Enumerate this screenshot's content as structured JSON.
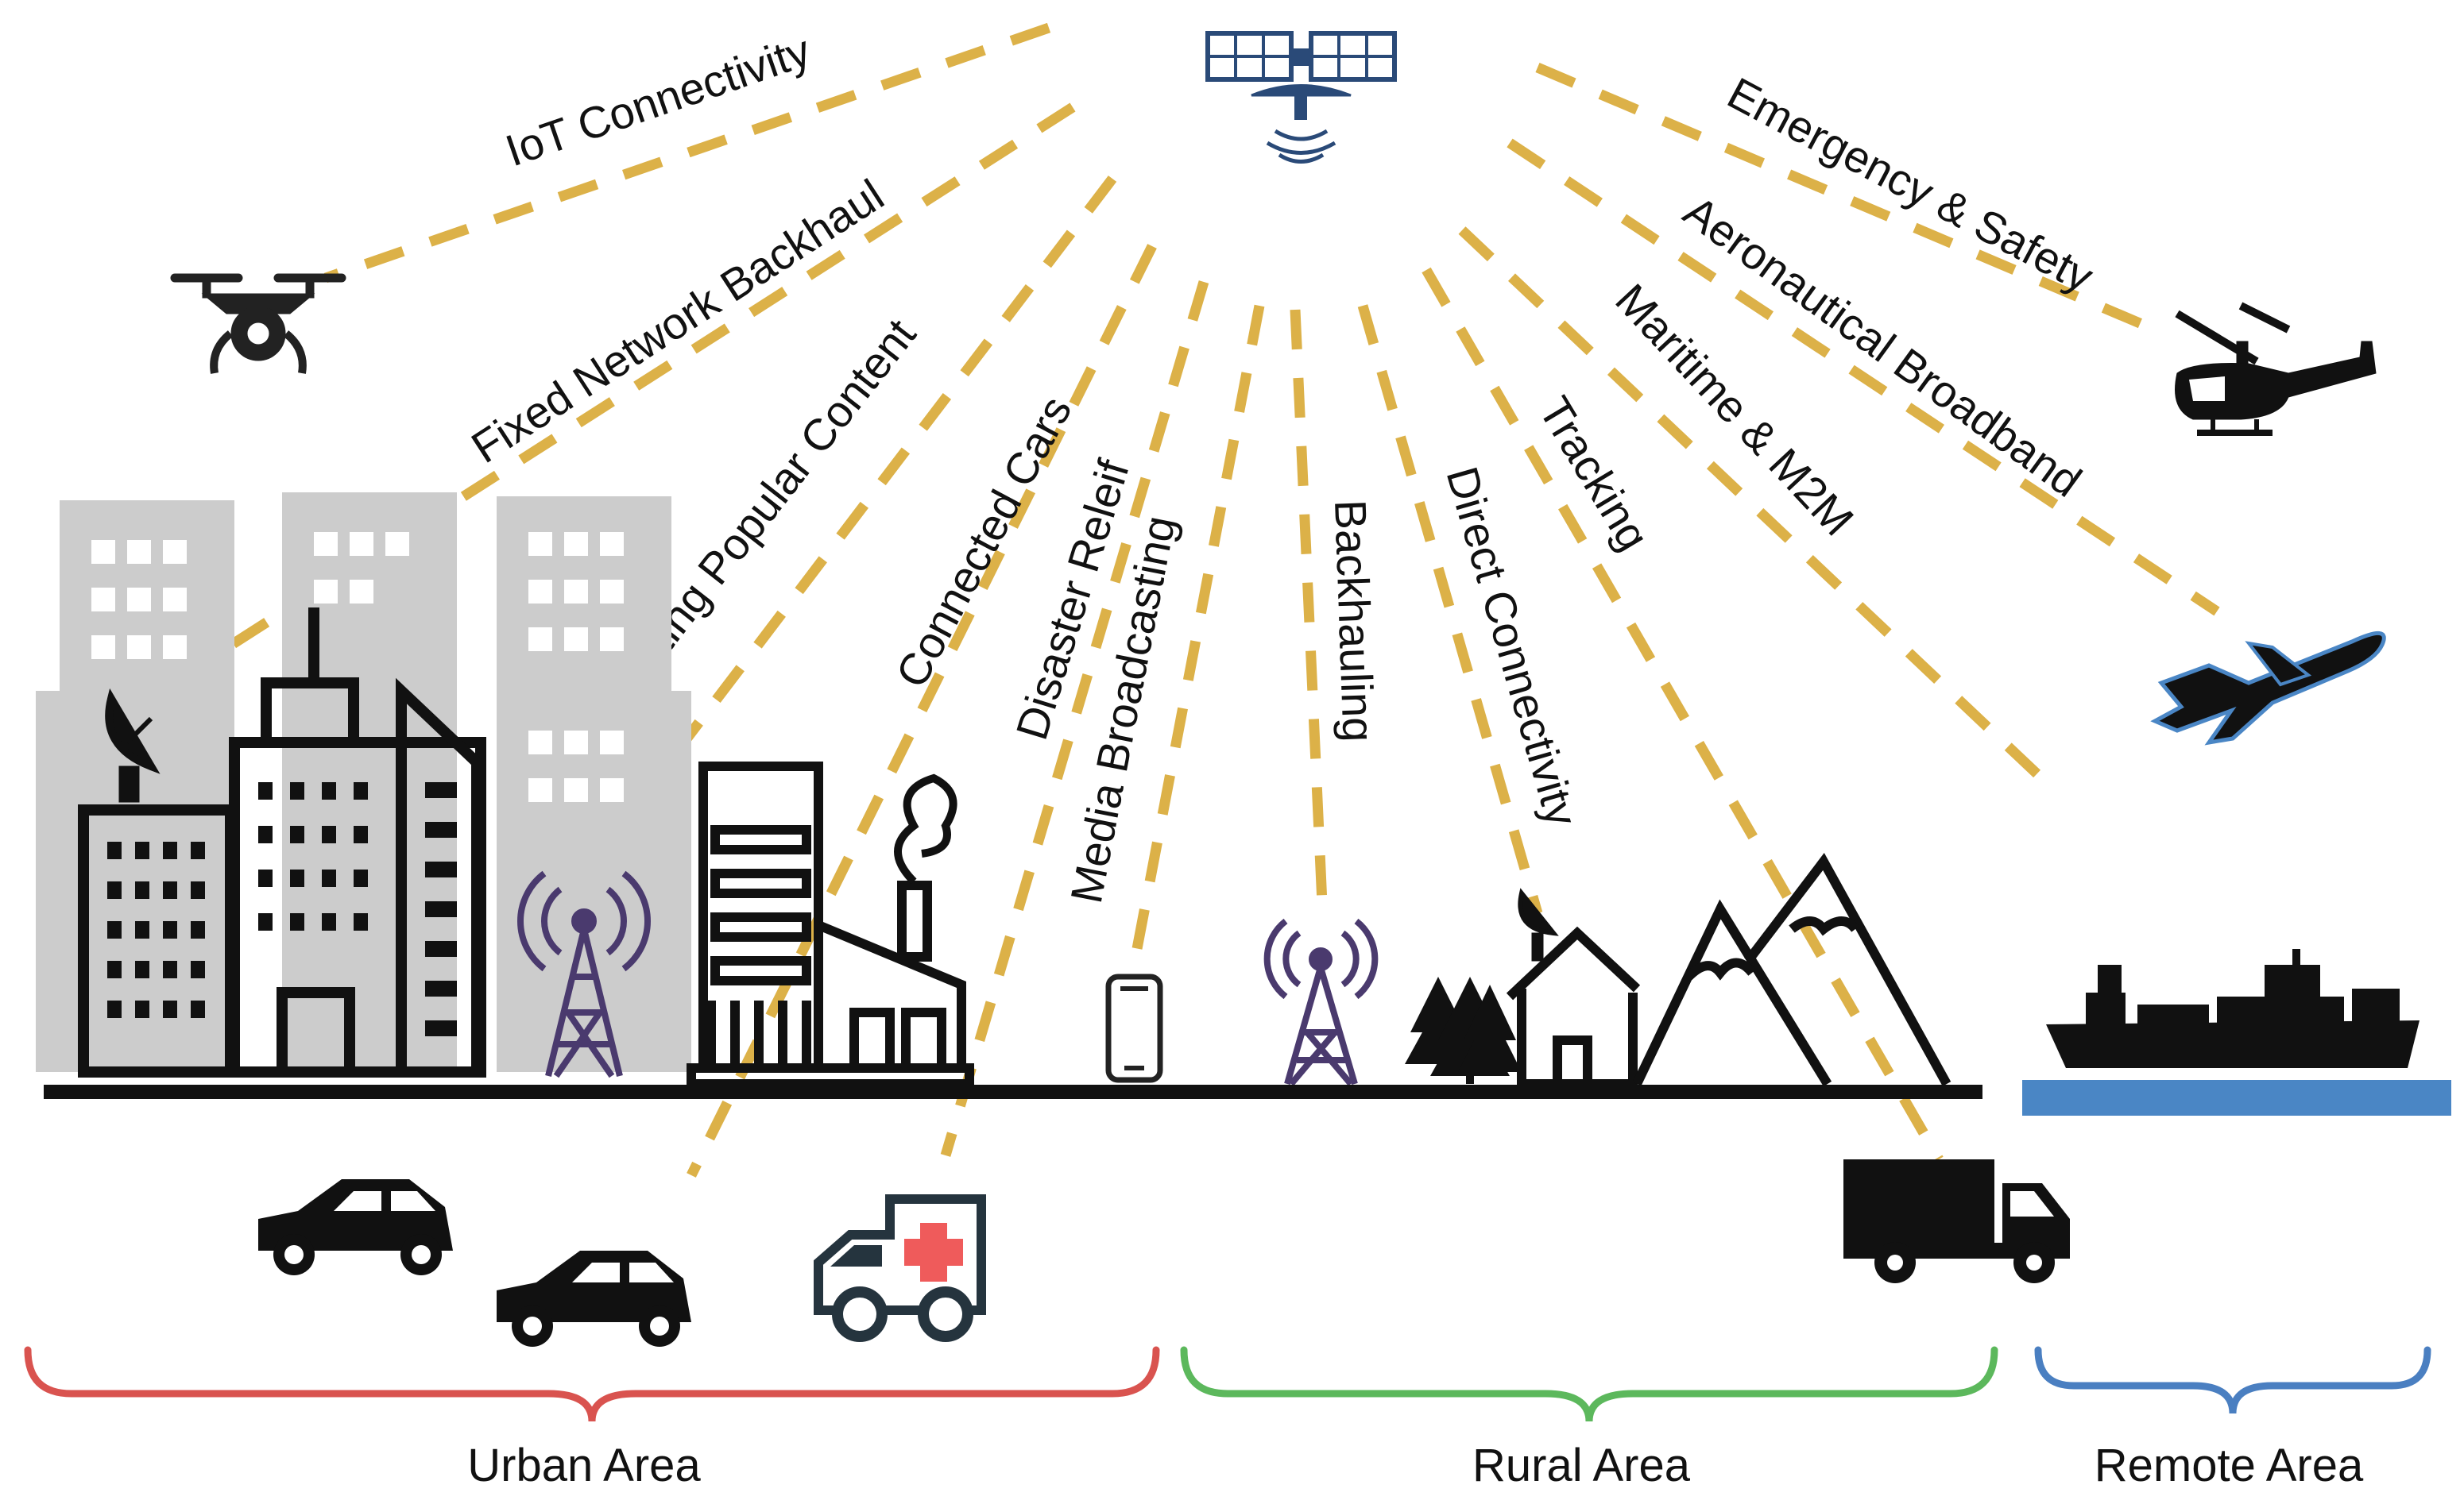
{
  "beams": [
    {
      "id": "iot",
      "label": "IoT Connectivity"
    },
    {
      "id": "backhaul-fixed",
      "label": "Fixed Network Backhaul"
    },
    {
      "id": "broadcasting",
      "label": "Broadcasting Popular Content"
    },
    {
      "id": "connected-cars",
      "label": "Connected Cars"
    },
    {
      "id": "disaster",
      "label": "Disaster Releif"
    },
    {
      "id": "media",
      "label": "Media Broadcasting"
    },
    {
      "id": "backhauling",
      "label": "Backhauling"
    },
    {
      "id": "direct",
      "label": "Direct Connectivity"
    },
    {
      "id": "tracking",
      "label": "Tracking"
    },
    {
      "id": "maritime",
      "label": "Maritime & M2M"
    },
    {
      "id": "aero",
      "label": "Aeronautical Broadband"
    },
    {
      "id": "emergency",
      "label": "Emergency & Safety"
    }
  ],
  "areas": [
    {
      "id": "urban",
      "label": "Urban Area",
      "color": "#d9534f"
    },
    {
      "id": "rural",
      "label": "Rural Area",
      "color": "#5cb85c"
    },
    {
      "id": "remote",
      "label": "Remote Area",
      "color": "#4a7fc1"
    }
  ],
  "colors": {
    "beam": "#dcb148",
    "building_bg": "#cccccc",
    "outline": "#111111",
    "tower": "#4a3a6e",
    "sea": "#4a86c5",
    "satellite": "#2a4a78",
    "ambulance": "#25343e",
    "cross": "#ef5b5b"
  },
  "icons": [
    "satellite-icon",
    "drone-icon",
    "helicopter-icon",
    "airplane-icon",
    "ship-icon",
    "truck-icon",
    "ambulance-icon",
    "car-icon",
    "cell-tower-icon",
    "smartphone-icon",
    "satellite-dish-icon",
    "factory-icon",
    "house-icon",
    "trees-icon",
    "mountains-icon",
    "city-buildings-icon"
  ]
}
